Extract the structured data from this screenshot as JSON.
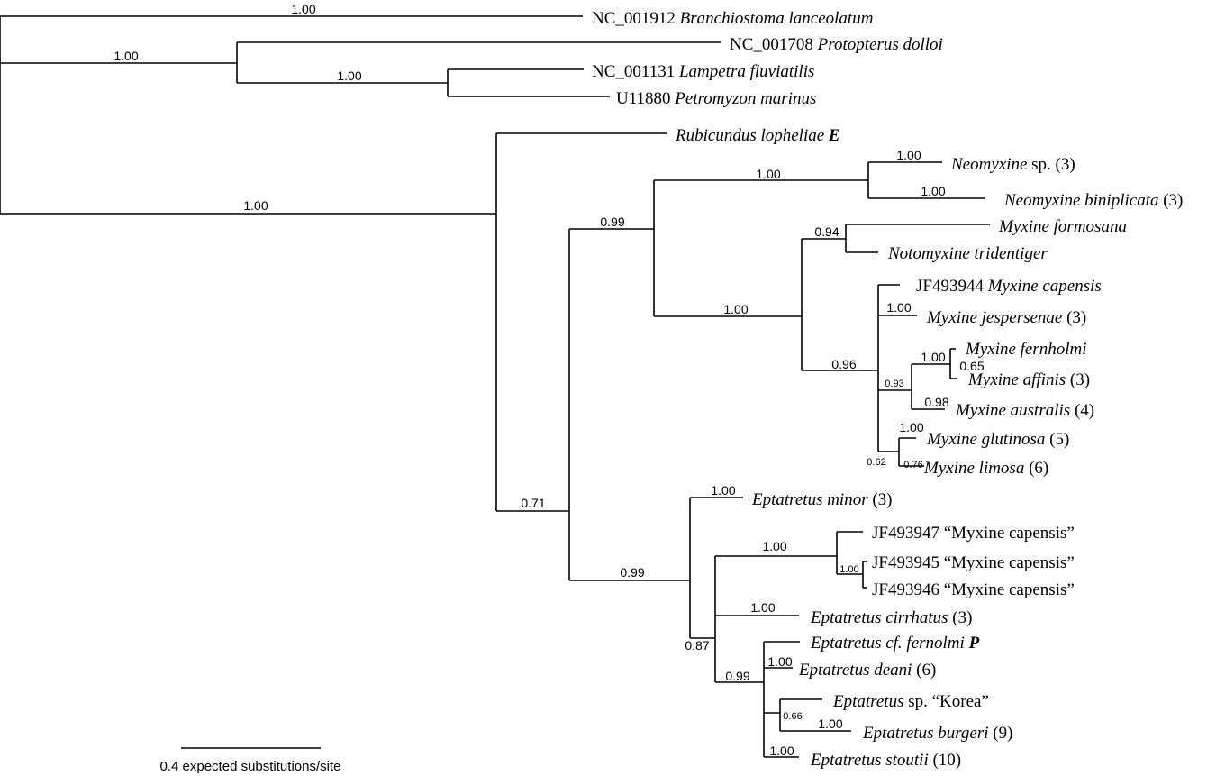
{
  "taxa": [
    {
      "id": "bl",
      "parts": [
        {
          "t": "NC_001912 ",
          "s": "r"
        },
        {
          "t": "Branchiostoma lanceolatum",
          "s": "i"
        }
      ]
    },
    {
      "id": "pd",
      "parts": [
        {
          "t": "NC_001708 ",
          "s": "r"
        },
        {
          "t": "Protopterus dolloi",
          "s": "i"
        }
      ]
    },
    {
      "id": "lf",
      "parts": [
        {
          "t": "NC_001131 ",
          "s": "r"
        },
        {
          "t": "Lampetra fluviatilis",
          "s": "i"
        }
      ]
    },
    {
      "id": "pm",
      "parts": [
        {
          "t": "U11880 ",
          "s": "r"
        },
        {
          "t": "Petromyzon marinus",
          "s": "i"
        }
      ]
    },
    {
      "id": "rl",
      "parts": [
        {
          "t": "Rubicundus lopheliae ",
          "s": "i"
        },
        {
          "t": "E",
          "s": "bi"
        }
      ]
    },
    {
      "id": "nsp",
      "parts": [
        {
          "t": "Neomyxine",
          "s": "i"
        },
        {
          "t": " sp. (3)",
          "s": "r"
        }
      ]
    },
    {
      "id": "nbi",
      "parts": [
        {
          "t": "Neomyxine biniplicata",
          "s": "i"
        },
        {
          "t": " (3)",
          "s": "r"
        }
      ]
    },
    {
      "id": "mfo",
      "parts": [
        {
          "t": "Myxine formosana",
          "s": "i"
        }
      ]
    },
    {
      "id": "ntr",
      "parts": [
        {
          "t": "Notomyxine tridentiger",
          "s": "i"
        }
      ]
    },
    {
      "id": "mca",
      "parts": [
        {
          "t": "JF493944 ",
          "s": "r"
        },
        {
          "t": "Myxine capensis",
          "s": "i"
        }
      ]
    },
    {
      "id": "mje",
      "parts": [
        {
          "t": "Myxine jespersenae",
          "s": "i"
        },
        {
          "t": " (3)",
          "s": "r"
        }
      ]
    },
    {
      "id": "mfe",
      "parts": [
        {
          "t": "Myxine fernholmi",
          "s": "i"
        }
      ]
    },
    {
      "id": "maf",
      "parts": [
        {
          "t": "Myxine affinis",
          "s": "i"
        },
        {
          "t": " (3)",
          "s": "r"
        }
      ]
    },
    {
      "id": "mau",
      "parts": [
        {
          "t": "Myxine australis",
          "s": "i"
        },
        {
          "t": " (4)",
          "s": "r"
        }
      ]
    },
    {
      "id": "mgl",
      "parts": [
        {
          "t": "Myxine glutinosa",
          "s": "i"
        },
        {
          "t": " (5)",
          "s": "r"
        }
      ]
    },
    {
      "id": "mli",
      "parts": [
        {
          "t": "Myxine limosa",
          "s": "i"
        },
        {
          "t": " (6)",
          "s": "r"
        }
      ]
    },
    {
      "id": "emi",
      "parts": [
        {
          "t": "Eptatretus minor",
          "s": "i"
        },
        {
          "t": " (3)",
          "s": "r"
        }
      ]
    },
    {
      "id": "j47",
      "parts": [
        {
          "t": "JF493947 “Myxine capensis”",
          "s": "r"
        }
      ]
    },
    {
      "id": "j45",
      "parts": [
        {
          "t": "JF493945 “Myxine capensis”",
          "s": "r"
        }
      ]
    },
    {
      "id": "j46",
      "parts": [
        {
          "t": "JF493946 “Myxine capensis”",
          "s": "r"
        }
      ]
    },
    {
      "id": "eci",
      "parts": [
        {
          "t": "Eptatretus cirrhatus",
          "s": "i"
        },
        {
          "t": " (3)",
          "s": "r"
        }
      ]
    },
    {
      "id": "ecf",
      "parts": [
        {
          "t": "Eptatretus cf. fernolmi ",
          "s": "i"
        },
        {
          "t": "P",
          "s": "bi"
        }
      ]
    },
    {
      "id": "ede",
      "parts": [
        {
          "t": "Eptatretus deani",
          "s": "i"
        },
        {
          "t": " (6)",
          "s": "r"
        }
      ]
    },
    {
      "id": "esk",
      "parts": [
        {
          "t": "Eptatretus",
          "s": "i"
        },
        {
          "t": " sp. “Korea”",
          "s": "r"
        }
      ]
    },
    {
      "id": "ebu",
      "parts": [
        {
          "t": "Eptatretus burgeri",
          "s": "i"
        },
        {
          "t": " (9)",
          "s": "r"
        }
      ]
    },
    {
      "id": "est",
      "parts": [
        {
          "t": "Eptatretus stoutii",
          "s": "i"
        },
        {
          "t": " (10)",
          "s": "r"
        }
      ]
    }
  ],
  "support_values": [
    {
      "id": "s_bl",
      "value": "1.00"
    },
    {
      "id": "s_out",
      "value": "1.00"
    },
    {
      "id": "s_lam",
      "value": "1.00"
    },
    {
      "id": "s_ing",
      "value": "1.00"
    },
    {
      "id": "s_myx",
      "value": "0.99"
    },
    {
      "id": "s_neo",
      "value": "1.00"
    },
    {
      "id": "s_nsp",
      "value": "1.00"
    },
    {
      "id": "s_nbi",
      "value": "1.00"
    },
    {
      "id": "s_mx",
      "value": "1.00"
    },
    {
      "id": "s_94",
      "value": "0.94"
    },
    {
      "id": "s_96",
      "value": "0.96"
    },
    {
      "id": "s_mje",
      "value": "1.00"
    },
    {
      "id": "s_93",
      "value": "0.93"
    },
    {
      "id": "s_mfe",
      "value": "1.00"
    },
    {
      "id": "s_65",
      "value": "0.65"
    },
    {
      "id": "s_98",
      "value": "0.98"
    },
    {
      "id": "s_62",
      "value": "0.62"
    },
    {
      "id": "s_mgl",
      "value": "1.00"
    },
    {
      "id": "s_76",
      "value": "0.76"
    },
    {
      "id": "s_71",
      "value": "0.71"
    },
    {
      "id": "s_ept",
      "value": "0.99"
    },
    {
      "id": "s_emi",
      "value": "1.00"
    },
    {
      "id": "s_87",
      "value": "0.87"
    },
    {
      "id": "s_jf",
      "value": "1.00"
    },
    {
      "id": "s_jf2",
      "value": "1.00"
    },
    {
      "id": "s_eci",
      "value": "1.00"
    },
    {
      "id": "s_99b",
      "value": "0.99"
    },
    {
      "id": "s_ede",
      "value": "1.00"
    },
    {
      "id": "s_66",
      "value": "0.66"
    },
    {
      "id": "s_ebu",
      "value": "1.00"
    },
    {
      "id": "s_est",
      "value": "1.00"
    }
  ],
  "scale_bar": {
    "label": "0.4 expected substitutions/site",
    "length_units": 0.4
  }
}
